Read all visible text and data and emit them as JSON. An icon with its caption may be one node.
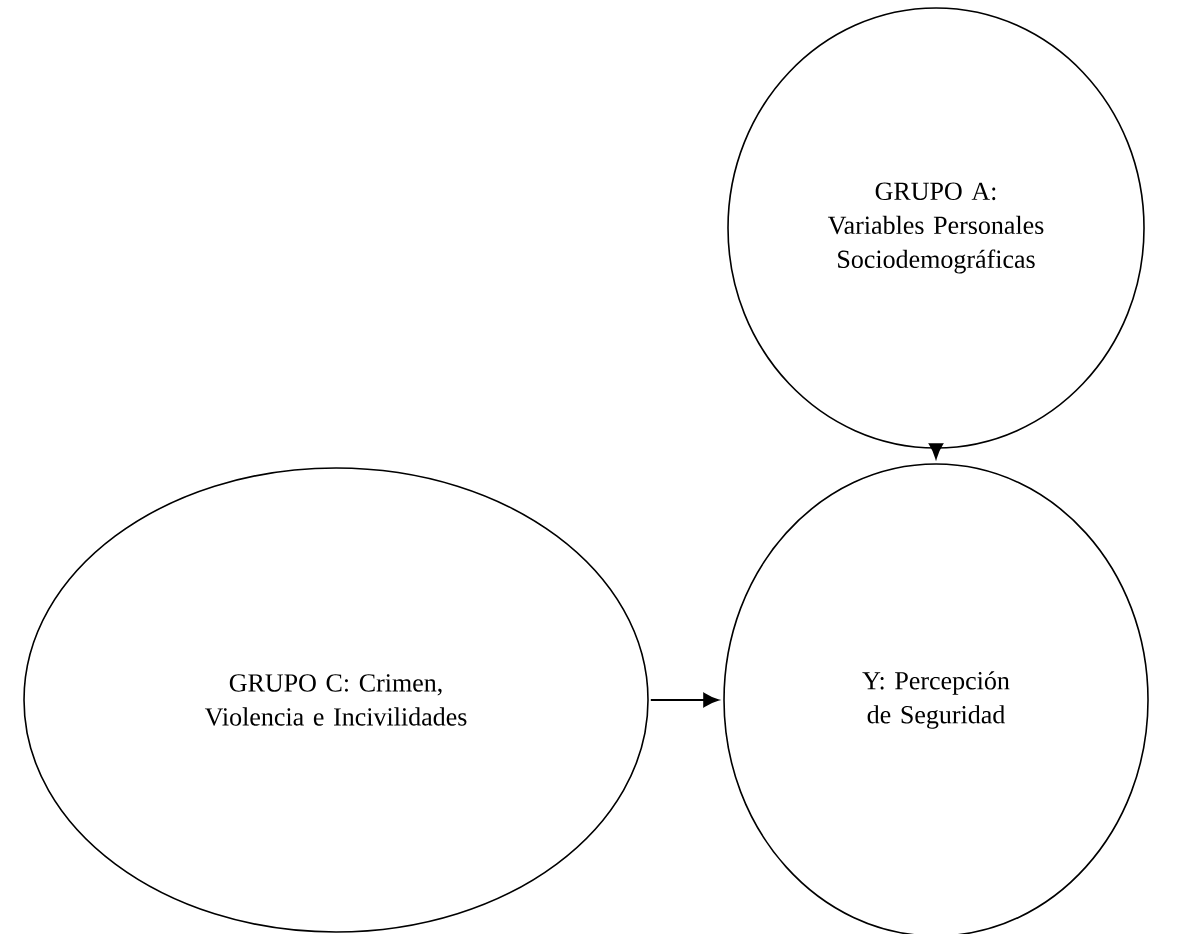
{
  "diagram": {
    "nodes": [
      {
        "text": [
          "GRUPO A:",
          "Variables Personales Sociodemográficas"
        ]
      },
      {
        "text": [
          "GRUPO C: Crimen, Violencia e Incivilidades"
        ]
      },
      {
        "text": [
          "Y: Percepción de Seguridad"
        ]
      }
    ],
    "edges": [
      {
        "from": 0,
        "to": 2,
        "arrow": "to"
      },
      {
        "from": 1,
        "to": 2,
        "arrow": "to"
      }
    ]
  }
}
